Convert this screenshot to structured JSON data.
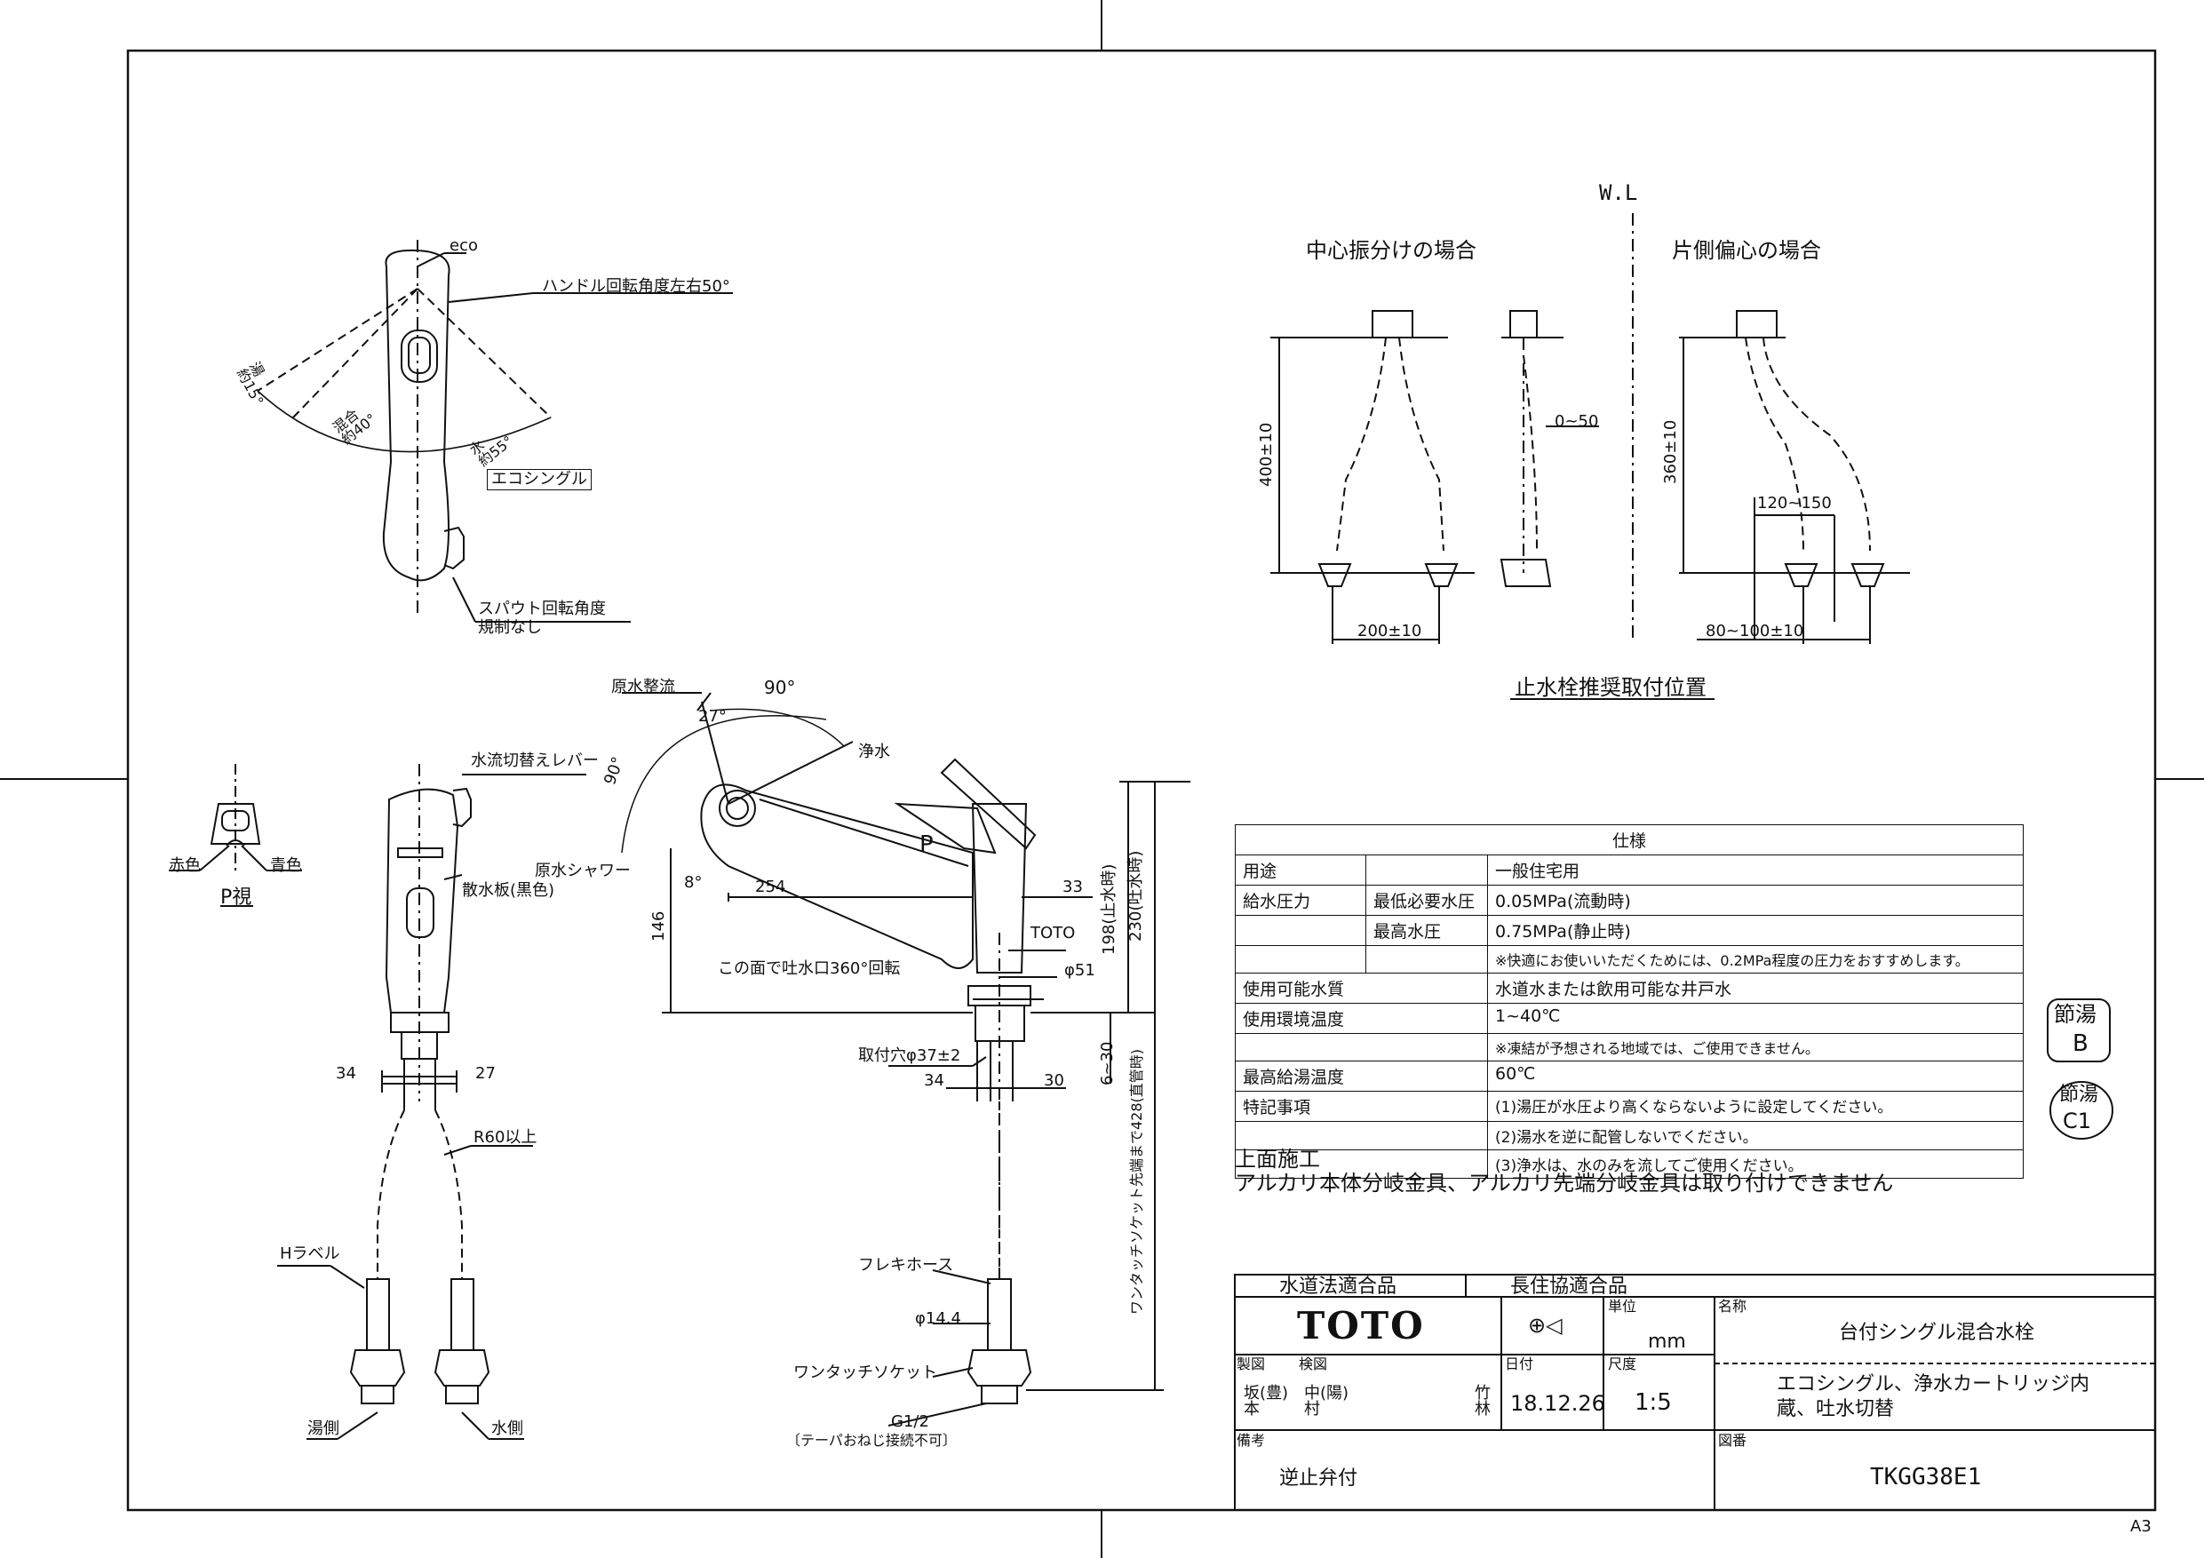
{
  "faucet_top_view": {
    "eco": "eco",
    "handle_angle": "ハンドル回転角度左右50°",
    "hot_angle": "湯\n約15°",
    "mix_angle": "混合\n約40°",
    "cold_angle": "水\n約55°",
    "eco_single_label": "エコシングル",
    "spout_rotation": "スパウト回転角度",
    "no_limit": "規制なし"
  },
  "p_view": {
    "red": "赤色",
    "blue": "青色",
    "label": "P視"
  },
  "side_view": {
    "switch_lever": "水流切替えレバー",
    "sprayer_plate": "散水板(黒色)",
    "dim_34": "34",
    "dim_27": "27",
    "r60": "R60以上",
    "h_label": "Hラベル",
    "hot_side": "湯側",
    "cold_side": "水側"
  },
  "main_view": {
    "raw_stream": "原水整流",
    "angle_90_top": "90°",
    "angle_27": "27°",
    "angle_90_left": "90°",
    "purified": "浄水",
    "raw_shower": "原水シャワー",
    "p_arrow": "P",
    "angle_8": "8°",
    "dim_254": "254",
    "dim_33": "33",
    "dim_146": "146",
    "toto_mark": "TOTO",
    "rotate_note": "この面で吐水口360°回転",
    "dia_51": "φ51",
    "mount_hole": "取付穴φ37±2",
    "dim_34": "34",
    "dim_30": "30",
    "dim_230": "230(吐水時)",
    "dim_198": "198(止水時)",
    "dim_6_30": "6~30",
    "dim_428": "ワンタッチソケット先端まで428(直管時)",
    "flex_hose": "フレキホース",
    "dia_14": "φ14.4",
    "one_touch": "ワンタッチソケット",
    "g12": "G1/2",
    "taper_note": "〔テーパおねじ接続不可〕"
  },
  "stop_valve": {
    "wl": "W.L",
    "center_title": "中心振分けの場合",
    "side_title": "片側偏心の場合",
    "dim_400": "400±10",
    "dim_200": "200±10",
    "dim_0_50": "0~50",
    "dim_360": "360±10",
    "dim_120_150": "120~150",
    "dim_80_100": "80~100±10",
    "caption": "止水栓推奨取付位置"
  },
  "spec": {
    "title": "仕様",
    "rows": [
      {
        "k1": "用途",
        "k2": "",
        "v": "一般住宅用"
      },
      {
        "k1": "給水圧力",
        "k2": "最低必要水圧",
        "v": "0.05MPa(流動時)"
      },
      {
        "k1": "",
        "k2": "最高水圧",
        "v": "0.75MPa(静止時)"
      },
      {
        "k1": "",
        "k2": "",
        "v": "※快適にお使いいただくためには、0.2MPa程度の圧力をおすすめします。"
      },
      {
        "k1": "使用可能水質",
        "k2": "",
        "v": "水道水または飲用可能な井戸水"
      },
      {
        "k1": "使用環境温度",
        "k2": "",
        "v": "1~40℃"
      },
      {
        "k1": "",
        "k2": "",
        "v": "※凍結が予想される地域では、ご使用できません。"
      },
      {
        "k1": "最高給湯温度",
        "k2": "",
        "v": "60℃"
      },
      {
        "k1": "特記事項",
        "k2": "",
        "v": "(1)湯圧が水圧より高くならないように設定してください。"
      },
      {
        "k1": "",
        "k2": "",
        "v": "(2)湯水を逆に配管しないでください。"
      },
      {
        "k1": "",
        "k2": "",
        "v": "(3)浄水は、水のみを流してご使用ください。"
      }
    ]
  },
  "badges": {
    "b1_top": "節湯",
    "b1_bottom": "B",
    "b2_top": "節湯",
    "b2_bottom": "C1"
  },
  "notes": {
    "install": "上面施工",
    "alkali": "アルカリ本体分岐金具、アルカリ先端分岐金具は取り付けできません"
  },
  "title_block": {
    "water_law": "水道法適合品",
    "choju": "長住協適合品",
    "logo": "TOTO",
    "unit_label": "単位",
    "unit": "mm",
    "name_label": "名称",
    "name": "台付シングル混合水栓",
    "desc_line1": "エコシングル、浄水カートリッジ内",
    "desc_line2": "蔵、吐水切替",
    "drawn_label": "製図",
    "drawn": "坂(豊)\n本",
    "checked_label": "検図",
    "checked1": "中(陽)\n村",
    "checked2": "竹\n林",
    "date_label": "日付",
    "date": "18.12.26",
    "scale_label": "尺度",
    "scale": "1:5",
    "remarks_label": "備考",
    "remarks": "逆止弁付",
    "drawing_no_label": "図番",
    "drawing_no": "TKGG38E1",
    "sheet": "A3"
  }
}
